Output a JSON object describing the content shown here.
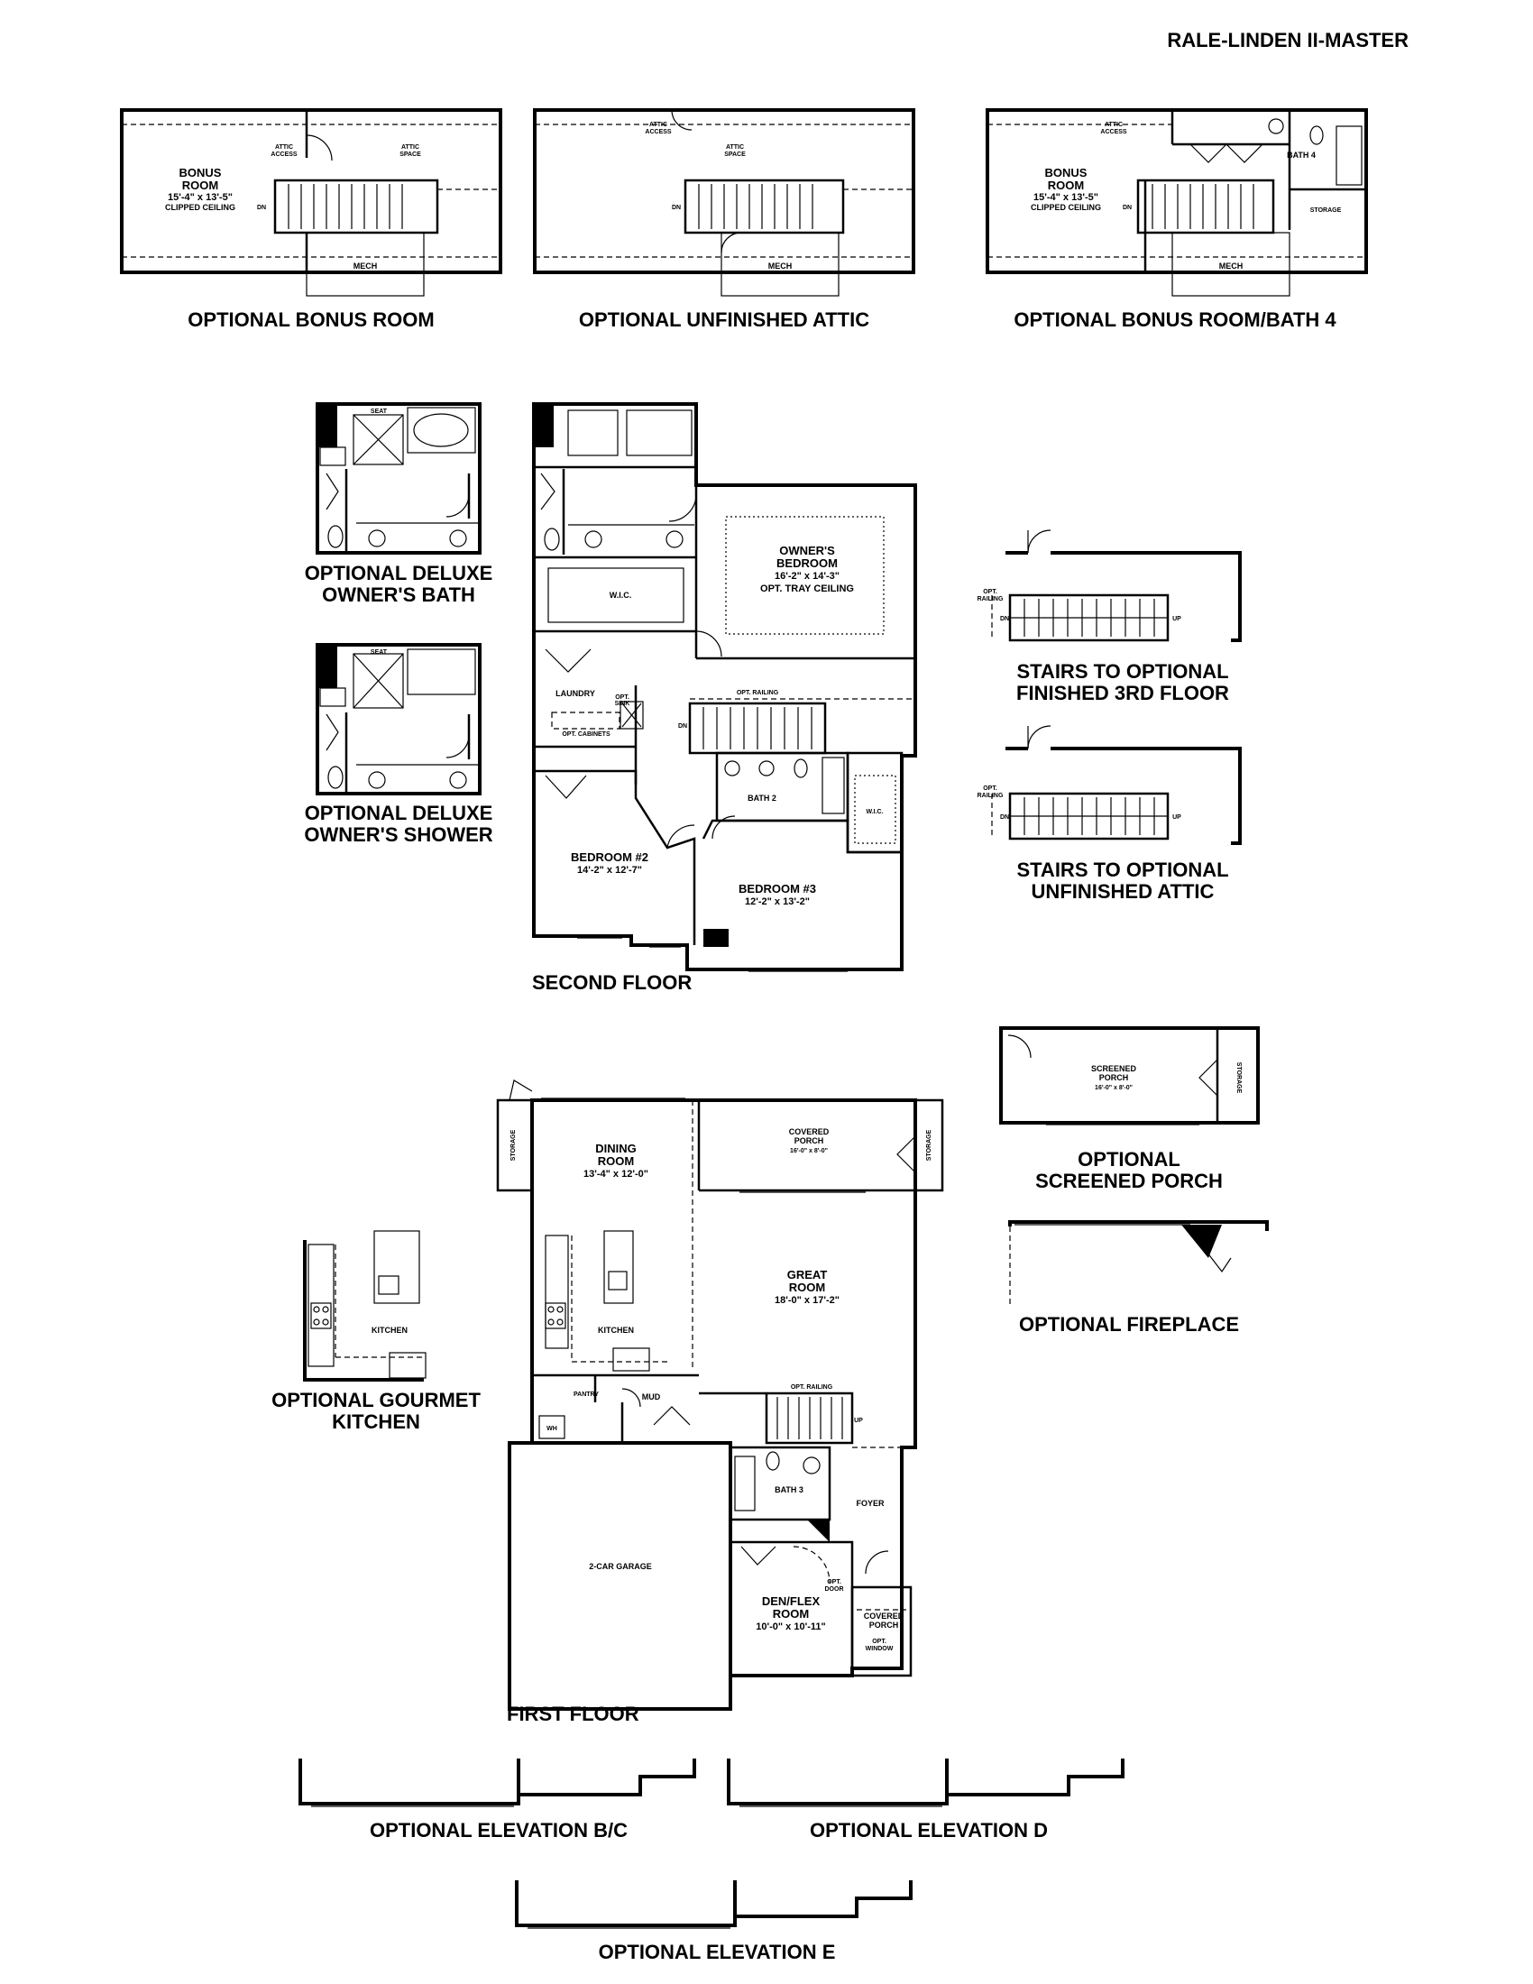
{
  "header": {
    "plan_name": "RALE-LINDEN II-MASTER"
  },
  "captions": {
    "opt_bonus_room": "OPTIONAL BONUS ROOM",
    "opt_unfinished_attic": "OPTIONAL UNFINISHED ATTIC",
    "opt_bonus_room_bath4": "OPTIONAL BONUS ROOM/BATH 4",
    "opt_deluxe_bath_l1": "OPTIONAL DELUXE",
    "opt_deluxe_bath_l2": "OWNER'S BATH",
    "opt_deluxe_shower_l1": "OPTIONAL DELUXE",
    "opt_deluxe_shower_l2": "OWNER'S SHOWER",
    "second_floor": "SECOND FLOOR",
    "stairs_3rd_l1": "STAIRS TO OPTIONAL",
    "stairs_3rd_l2": "FINISHED 3RD FLOOR",
    "stairs_attic_l1": "STAIRS TO OPTIONAL",
    "stairs_attic_l2": "UNFINISHED ATTIC",
    "screened_porch_l1": "OPTIONAL",
    "screened_porch_l2": "SCREENED PORCH",
    "fireplace": "OPTIONAL FIREPLACE",
    "gourmet_l1": "OPTIONAL GOURMET",
    "gourmet_l2": "KITCHEN",
    "first_floor": "FIRST FLOOR",
    "elev_bc": "OPTIONAL ELEVATION B/C",
    "elev_d": "OPTIONAL ELEVATION D",
    "elev_e": "OPTIONAL ELEVATION E"
  },
  "labels": {
    "bonus_room": "BONUS",
    "bonus_room2": "ROOM",
    "bonus_dim": "15'-4\" x 13'-5\"",
    "clipped": "CLIPPED CEILING",
    "attic_access": "ATTIC",
    "attic_access2": "ACCESS",
    "attic_space": "ATTIC",
    "attic_space2": "SPACE",
    "mech": "MECH",
    "dn": "DN",
    "up": "UP",
    "bath4": "BATH 4",
    "storage": "STORAGE",
    "seat": "SEAT",
    "owners_bedroom": "OWNER'S",
    "owners_bedroom2": "BEDROOM",
    "owners_dim": "16'-2\" x 14'-3\"",
    "tray": "OPT. TRAY CEILING",
    "wic": "W.I.C.",
    "laundry": "LAUNDRY",
    "opt_sink": "OPT.",
    "opt_sink2": "SINK",
    "opt_cabinets": "OPT. CABINETS",
    "opt_railing": "OPT. RAILING",
    "bath2": "BATH 2",
    "bedroom2": "BEDROOM #2",
    "bedroom2_dim": "14'-2\" x 12'-7\"",
    "bedroom3": "BEDROOM #3",
    "bedroom3_dim": "12'-2\" x 13'-2\"",
    "opt": "OPT.",
    "railing": "RAILING",
    "screened": "SCREENED",
    "porch": "PORCH",
    "screened_dim": "16'-0\" x 8'-0\"",
    "dining": "DINING",
    "room": "ROOM",
    "dining_dim": "13'-4\" x 12'-0\"",
    "covered": "COVERED",
    "covered_porch_dim": "16'-0\" x 8'-0\"",
    "great": "GREAT",
    "great_dim": "18'-0\" x 17'-2\"",
    "kitchen": "KITCHEN",
    "pantry": "PANTRY",
    "mud": "MUD",
    "wh": "WH",
    "bath3": "BATH 3",
    "foyer": "FOYER",
    "garage": "2-CAR GARAGE",
    "den": "DEN/FLEX",
    "den_dim": "10'-0\" x 10'-11\"",
    "opt_door": "OPT.",
    "opt_door2": "DOOR",
    "opt_window": "OPT.",
    "opt_window2": "WINDOW"
  }
}
